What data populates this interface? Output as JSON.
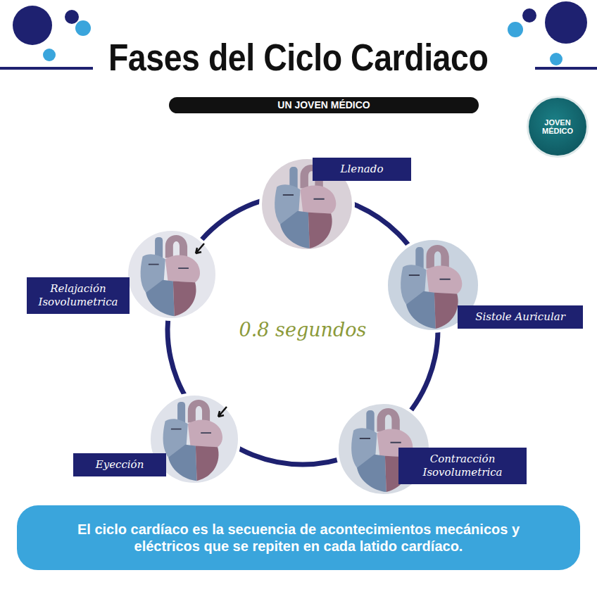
{
  "diagram": {
    "title": "Fases del Ciclo Cardiaco",
    "nodes": [
      {
        "text": [
          "UN JOVEN MÉDICO"
        ]
      },
      {
        "text": [
          "JOVEN",
          "MÉDICO"
        ]
      },
      {
        "text": [
          "Llenado"
        ]
      },
      {
        "text": [
          "Sistole Auricular"
        ]
      },
      {
        "text": [
          "Contracción Isovolumetrica"
        ]
      },
      {
        "text": [
          "Eyección"
        ]
      },
      {
        "text": [
          "Relajación Isovolumetrica"
        ]
      },
      {
        "text": [
          "El ciclo cardíaco es la secuencia de acontecimientos mecánicos y eléctricos que se repiten en cada latido cardíaco."
        ]
      }
    ],
    "labels": [
      "0.8 segundos"
    ]
  }
}
